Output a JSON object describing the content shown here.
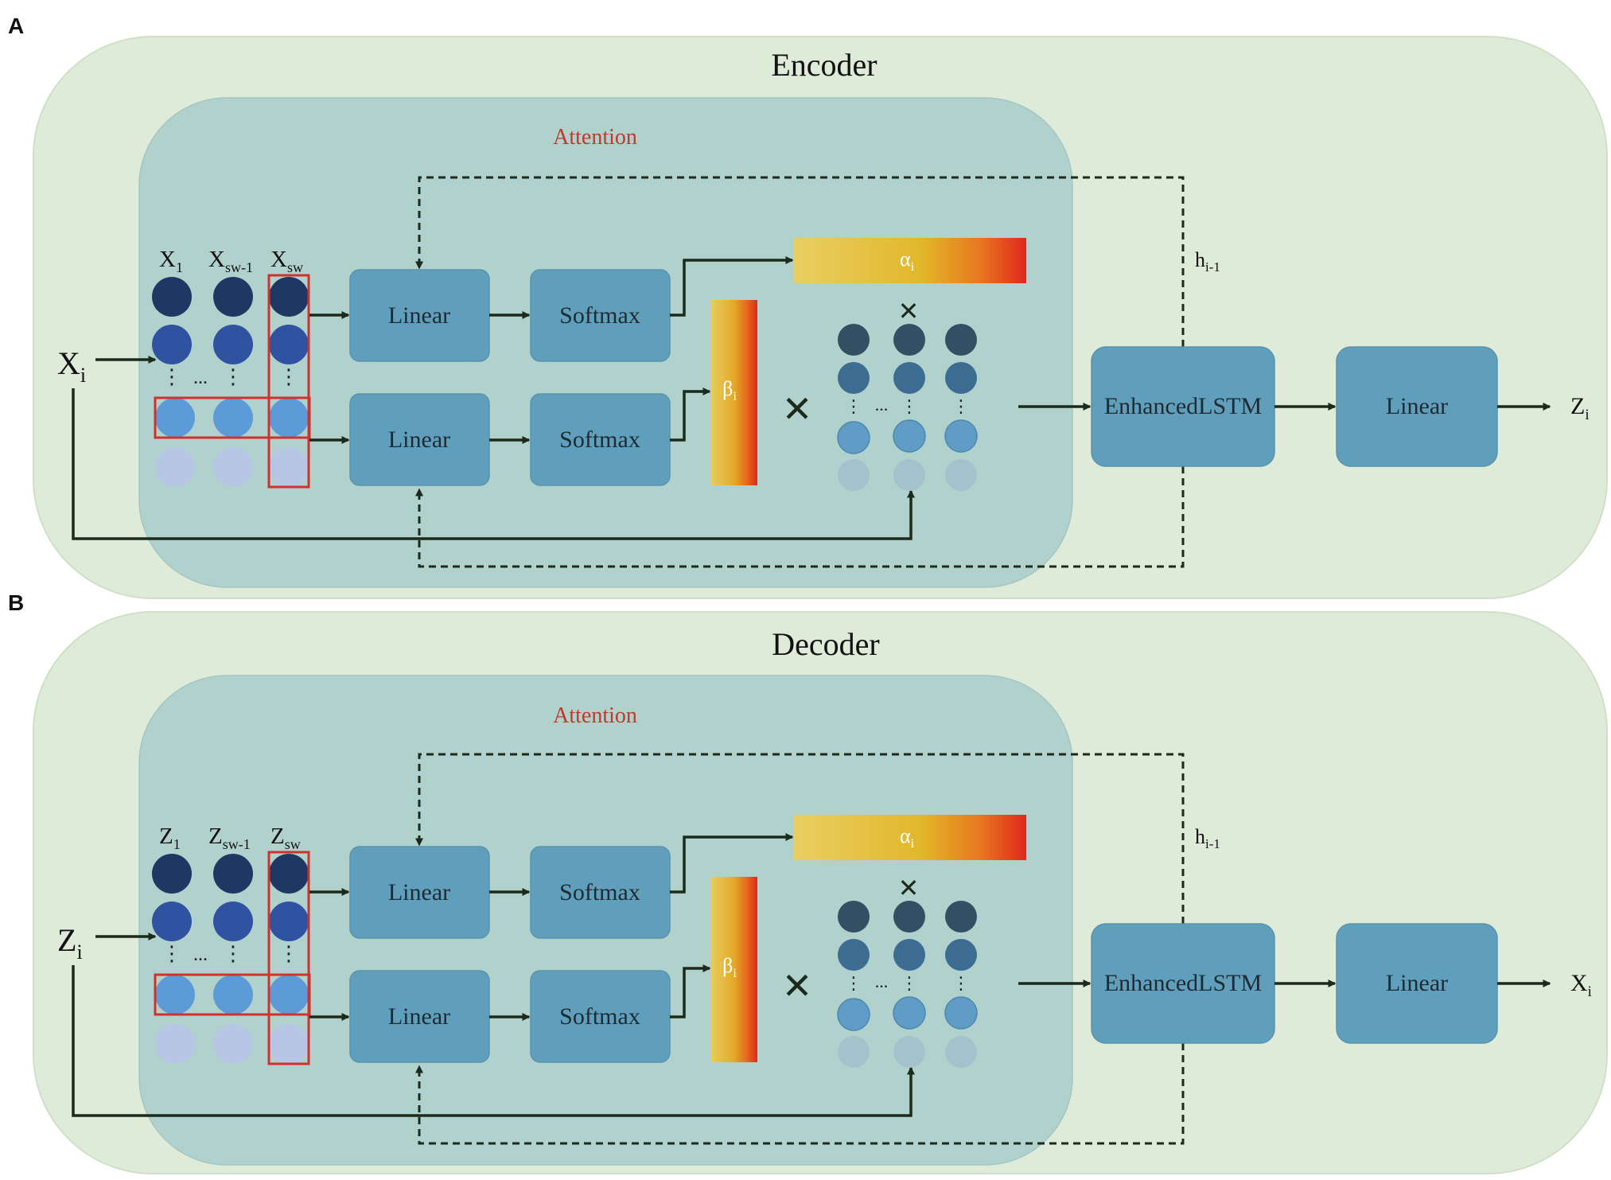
{
  "colors": {
    "outer_panel": "#dfebd9",
    "attention_panel": "#b1d1cd",
    "block": "#609fbb",
    "block_text": "#1f2a33",
    "attention_label": "#c0392b",
    "selection_box": "#d2312b",
    "arrow": "#1c2a1c",
    "node_dark": "#1f3763",
    "node_mid": "#2f53a0",
    "node_light": "#5d9bd8",
    "node_faint": "#b8c6e6",
    "wnode_dark": "#324f63",
    "wnode_mid": "#3d6c93",
    "wnode_light": "#5f9dc7",
    "wnode_faint": "#a5c2cc"
  },
  "panels": [
    {
      "letter": "A",
      "title": "Encoder",
      "attention_label": "Attention",
      "input": {
        "base": "X",
        "sub": "i"
      },
      "columns": [
        {
          "base": "X",
          "sub": "1"
        },
        {
          "base": "X",
          "sub": "sw-1"
        },
        {
          "base": "X",
          "sub": "sw"
        }
      ],
      "linear_top": "Linear",
      "linear_bottom": "Linear",
      "softmax_top": "Softmax",
      "softmax_bottom": "Softmax",
      "alpha": {
        "base": "α",
        "sub": "i"
      },
      "beta": {
        "base": "β",
        "sub": "i"
      },
      "multiply": "✕",
      "vdots": "⋮",
      "hdots": "...",
      "hidden": {
        "base": "h",
        "sub": "i-1"
      },
      "lstm": "EnhancedLSTM",
      "linear_out": "Linear",
      "output": {
        "base": "Z",
        "sub": "i"
      }
    },
    {
      "letter": "B",
      "title": "Decoder",
      "attention_label": "Attention",
      "input": {
        "base": "Z",
        "sub": "i"
      },
      "columns": [
        {
          "base": "Z",
          "sub": "1"
        },
        {
          "base": "Z",
          "sub": "sw-1"
        },
        {
          "base": "Z",
          "sub": "sw"
        }
      ],
      "linear_top": "Linear",
      "linear_bottom": "Linear",
      "softmax_top": "Softmax",
      "softmax_bottom": "Softmax",
      "alpha": {
        "base": "α",
        "sub": "i"
      },
      "beta": {
        "base": "β",
        "sub": "i"
      },
      "multiply": "✕",
      "vdots": "⋮",
      "hdots": "...",
      "hidden": {
        "base": "h",
        "sub": "i-1"
      },
      "lstm": "EnhancedLSTM",
      "linear_out": "Linear",
      "output": {
        "base": "X",
        "sub": "i"
      }
    }
  ]
}
